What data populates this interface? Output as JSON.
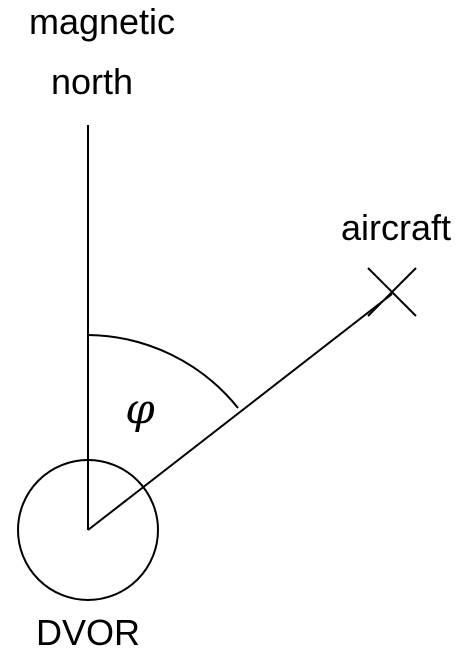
{
  "labels": {
    "north_line1": "magnetic",
    "north_line2": "north",
    "aircraft": "aircraft",
    "angle": "φ",
    "station": "DVOR"
  },
  "colors": {
    "stroke": "#000000",
    "background": "#ffffff"
  },
  "icons": {
    "aircraft_marker": "cross-x-icon",
    "station_symbol": "circle-icon"
  }
}
